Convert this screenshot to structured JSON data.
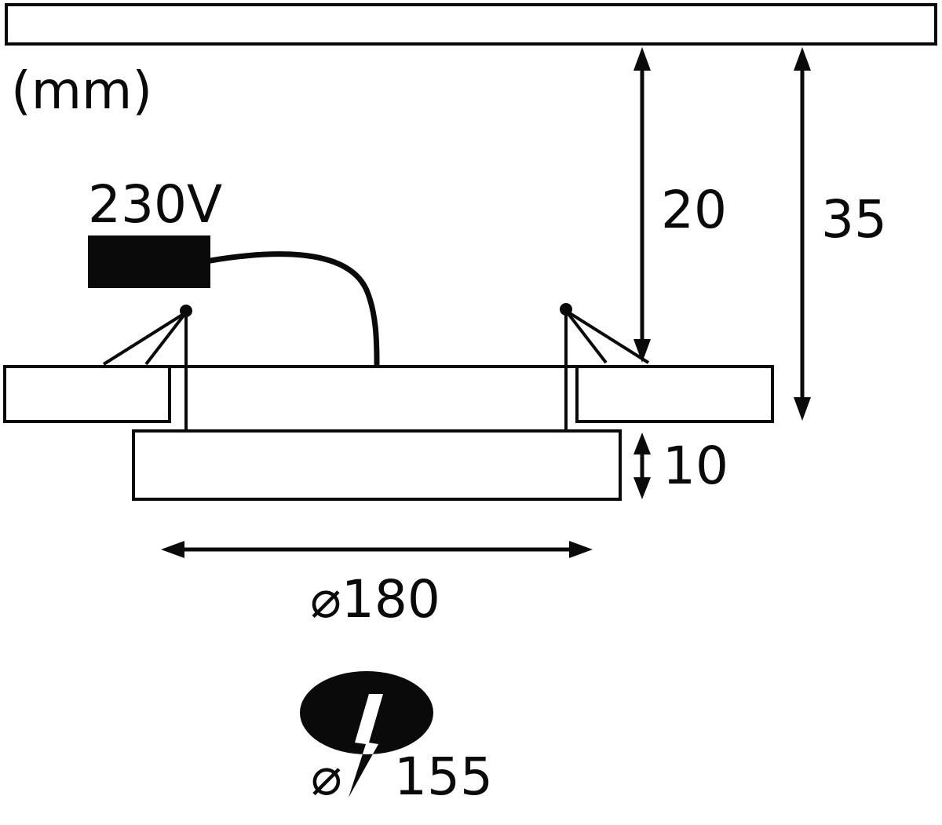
{
  "diagram": {
    "unit_label": "(mm)",
    "supply": {
      "voltage_label": "230V"
    },
    "dimensions": {
      "recess_depth": "20",
      "total_depth": "35",
      "frame_height": "10",
      "outer_diameter": "⌀180",
      "cutout_prefix": "⌀",
      "cutout_value": "155"
    },
    "icons": {
      "lightning_bolt_icon": "⚡"
    },
    "colors": {
      "ceiling_slab_gray": "#b4b4b4",
      "ceiling_panel_gray": "#8f8f8f",
      "driver_black": "#0a0a0a",
      "line_black": "#0a0a0a",
      "background_white": "#ffffff"
    }
  }
}
